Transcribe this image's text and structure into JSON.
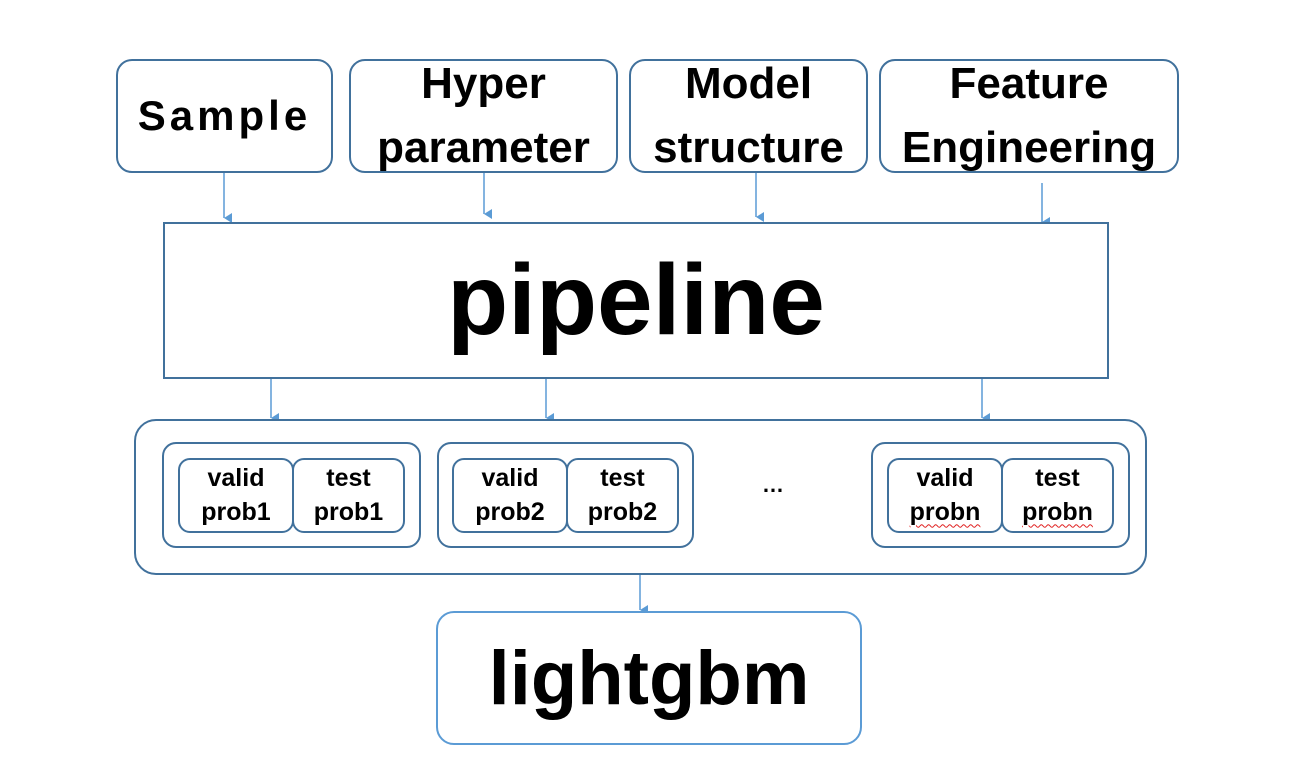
{
  "inputs": {
    "sample": "Sample",
    "hyper_parameter": [
      "Hyper",
      "parameter"
    ],
    "model_structure": [
      "Model",
      "structure"
    ],
    "feature_engineering": [
      "Feature",
      "Engineering"
    ]
  },
  "pipeline": "pipeline",
  "groups": [
    {
      "valid": [
        "valid",
        "prob1"
      ],
      "test": [
        "test",
        "prob1"
      ]
    },
    {
      "valid": [
        "valid",
        "prob2"
      ],
      "test": [
        "test",
        "prob2"
      ]
    },
    {
      "valid": [
        "valid",
        "probn"
      ],
      "test": [
        "test",
        "probn"
      ]
    }
  ],
  "ellipsis": "…",
  "output": "lightgbm",
  "colors": {
    "border": "#41719c",
    "arrow": "#5b9bd5"
  }
}
